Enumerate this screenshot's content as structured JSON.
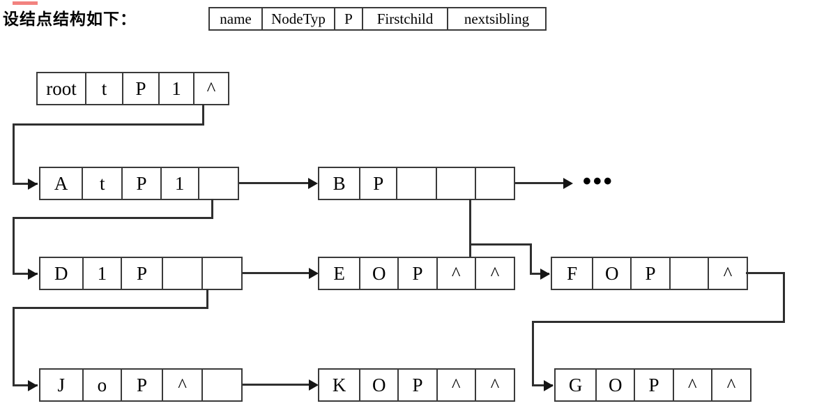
{
  "page": {
    "caption": "设结点结构如下：",
    "highlight_color": "#f2827f",
    "line_color": "#2f2f2f",
    "border_color": "#3a3a3a",
    "ellipsis": "•••"
  },
  "legend": {
    "title": "node-structure-legend",
    "fields": [
      "name",
      "NodeTyp",
      "P",
      "Firstchild",
      "nextsibling"
    ]
  },
  "nodes": {
    "root": {
      "label": "root-node",
      "cells": [
        "root",
        "t",
        "P",
        "1",
        "^"
      ]
    },
    "A": {
      "label": "node-A",
      "cells": [
        "A",
        "t",
        "P",
        "1",
        ""
      ]
    },
    "B": {
      "label": "node-B",
      "cells": [
        "B",
        "P",
        "",
        "",
        ""
      ]
    },
    "D": {
      "label": "node-D",
      "cells": [
        "D",
        "1",
        "P",
        "",
        ""
      ]
    },
    "E": {
      "label": "node-E",
      "cells": [
        "E",
        "O",
        "P",
        "^",
        "^"
      ]
    },
    "F": {
      "label": "node-F",
      "cells": [
        "F",
        "O",
        "P",
        "",
        "^"
      ]
    },
    "J": {
      "label": "node-J",
      "cells": [
        "J",
        "o",
        "P",
        "^",
        ""
      ]
    },
    "K": {
      "label": "node-K",
      "cells": [
        "K",
        "O",
        "P",
        "^",
        "^"
      ]
    },
    "G": {
      "label": "node-G",
      "cells": [
        "G",
        "O",
        "P",
        "^",
        "^"
      ]
    }
  },
  "links": {
    "root_to_A": "firstchild root -> A",
    "A_to_B": "nextsibling A -> B",
    "B_to_more": "nextsibling B -> ...",
    "A_to_D": "firstchild A -> D",
    "D_to_E": "nextsibling D -> E",
    "E_to_F": "nextsibling E -> F",
    "B_to_F": "firstchild B -> F",
    "D_to_J": "firstchild D -> J",
    "J_to_K": "nextsibling J -> K",
    "F_to_G": "firstchild F -> G"
  }
}
